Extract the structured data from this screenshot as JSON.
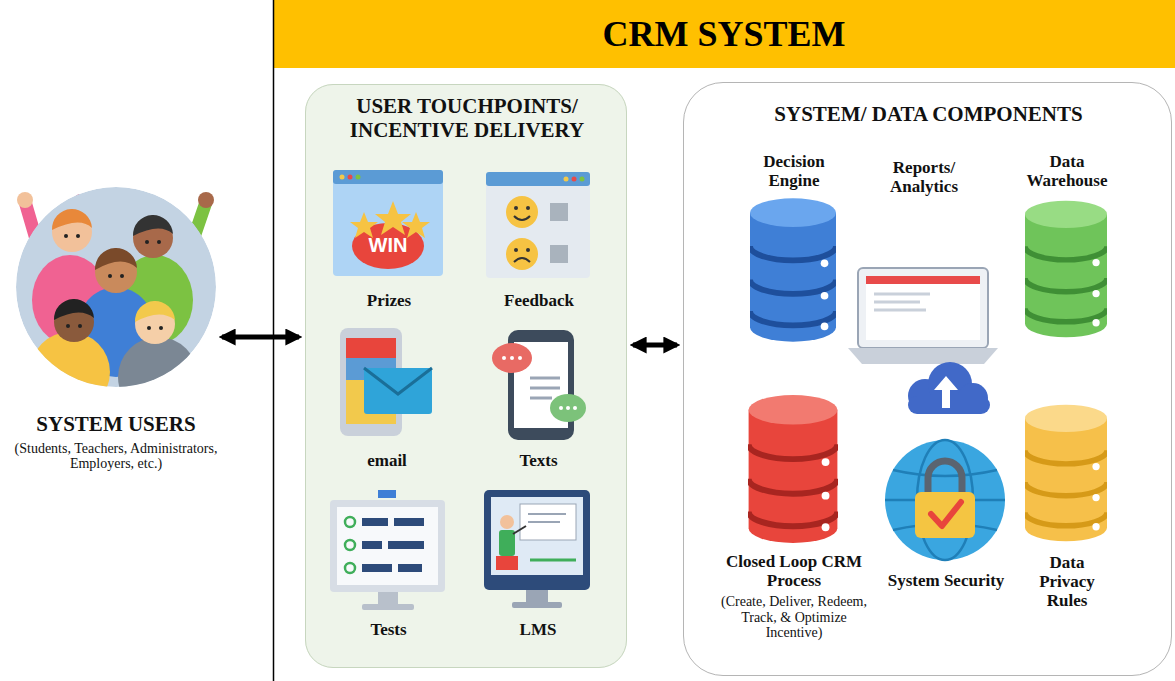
{
  "diagram": {
    "title": "CRM SYSTEM",
    "nodes": [
      {
        "text": [
          "SYSTEM USERS",
          "(Students, Teachers, Administrators, Employers, etc.)"
        ]
      },
      {
        "text": [
          "USER TOUCHPOINTS/ INCENTIVE DELIVERY"
        ]
      },
      {
        "text": [
          "Prizes"
        ],
        "in": 1
      },
      {
        "text": [
          "Feedback"
        ],
        "in": 1
      },
      {
        "text": [
          "email"
        ],
        "in": 1
      },
      {
        "text": [
          "Texts"
        ],
        "in": 1
      },
      {
        "text": [
          "Tests"
        ],
        "in": 1
      },
      {
        "text": [
          "LMS"
        ],
        "in": 1
      },
      {
        "text": [
          "SYSTEM/ DATA COMPONENTS"
        ]
      },
      {
        "text": [
          "Decision Engine"
        ],
        "in": 8
      },
      {
        "text": [
          "Reports/ Analytics"
        ],
        "in": 8
      },
      {
        "text": [
          "Data Warehouse"
        ],
        "in": 8
      },
      {
        "text": [
          "Closed Loop CRM Process",
          "(Create, Deliver, Redeem, Track, & Optimize Incentive)"
        ],
        "in": 8
      },
      {
        "text": [
          "System Security"
        ],
        "in": 8
      },
      {
        "text": [
          "Data Privacy Rules"
        ],
        "in": 8
      }
    ],
    "edges": [
      {
        "from": 0,
        "to": 1,
        "arrow": "both"
      },
      {
        "from": 1,
        "to": 8,
        "arrow": "both"
      },
      {
        "from": 10,
        "to": 9,
        "arrow": "none"
      },
      {
        "from": 10,
        "to": 11,
        "arrow": "none"
      },
      {
        "from": 10,
        "to": 12,
        "arrow": "none"
      },
      {
        "from": 10,
        "to": 13,
        "arrow": "none"
      },
      {
        "from": 10,
        "to": 14,
        "arrow": "none"
      }
    ],
    "labels": [
      "WIN"
    ]
  }
}
